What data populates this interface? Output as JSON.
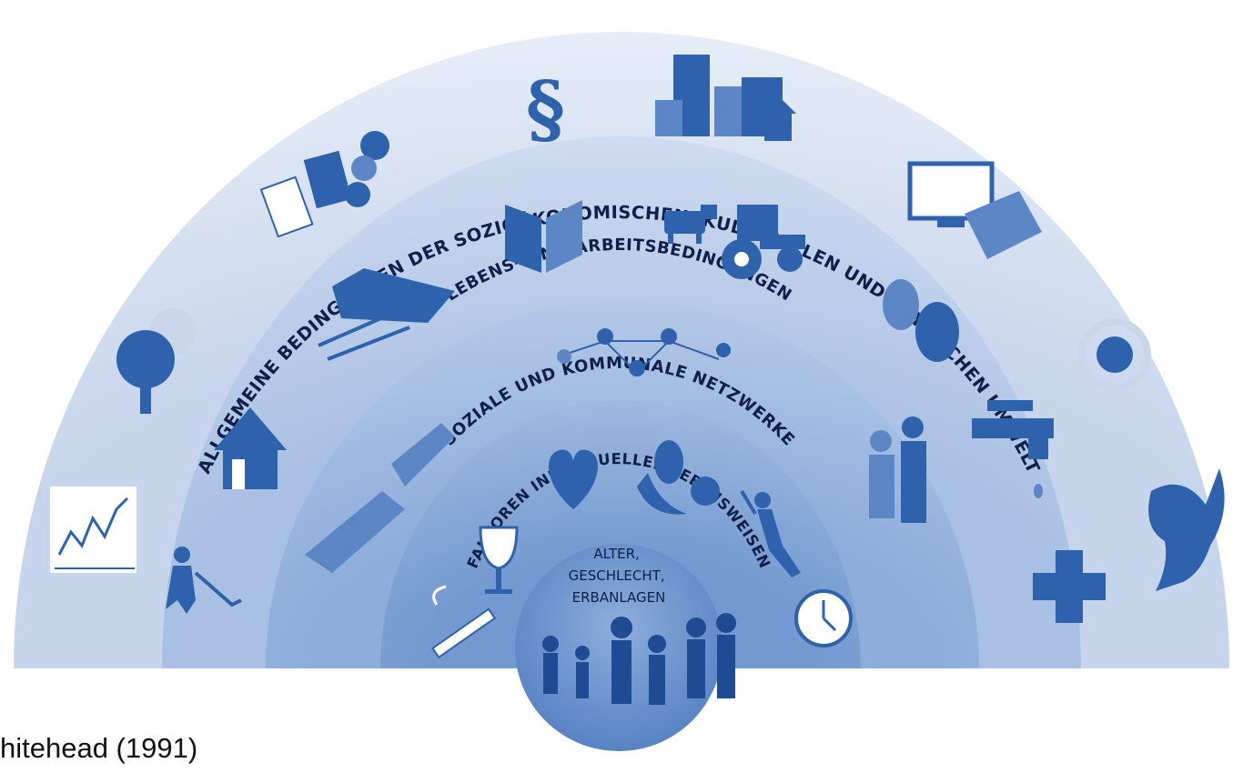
{
  "layers": [
    {
      "id": "outer",
      "label": "ALLGEMEINE BEDINGUNGEN DER SOZIOÖKONOMISCHEN, KULTURELLEN UND PHYSISCHEN UMWELT"
    },
    {
      "id": "living",
      "label": "LEBENS- UND ARBEITSBEDINGUNGEN"
    },
    {
      "id": "social",
      "label": "SOZIALE UND KOMMUNALE NETZWERKE"
    },
    {
      "id": "individual",
      "label": "FAKTOREN INDIVIDUELLER LEBENSWEISEN"
    }
  ],
  "core": {
    "lines": [
      "ALTER,",
      "GESCHLECHT,",
      "ERBANLAGEN"
    ]
  },
  "icons": {
    "outer": [
      "money-icon",
      "paragraph-icon",
      "city-icon",
      "tv-newspaper-icon",
      "recycle-globe-icon",
      "dove-icon",
      "chart-icon",
      "tree-sun-icon"
    ],
    "living": [
      "book-icon",
      "cow-icon",
      "tractor-icon",
      "train-icon",
      "house-icon",
      "worker-icon",
      "theatre-masks-icon",
      "water-tap-icon",
      "medical-cross-icon"
    ],
    "social": [
      "network-icon",
      "handshake-icon",
      "family-icon"
    ],
    "individual": [
      "heart-icon",
      "fruit-icon",
      "wine-glass-icon",
      "exercise-icon",
      "cigarette-icon",
      "clock-icon"
    ],
    "core": [
      "people-group-icon"
    ]
  },
  "paragraph_symbol": "§",
  "citation": "hitehead (1991)",
  "colors": {
    "ring1": "#d7e1f1",
    "ring2": "#bccde8",
    "ring3": "#a2badf",
    "ring4": "#87a6d4",
    "core": "#5b87c7",
    "text": "#0f1f4a",
    "icon": "#2f62ad"
  }
}
